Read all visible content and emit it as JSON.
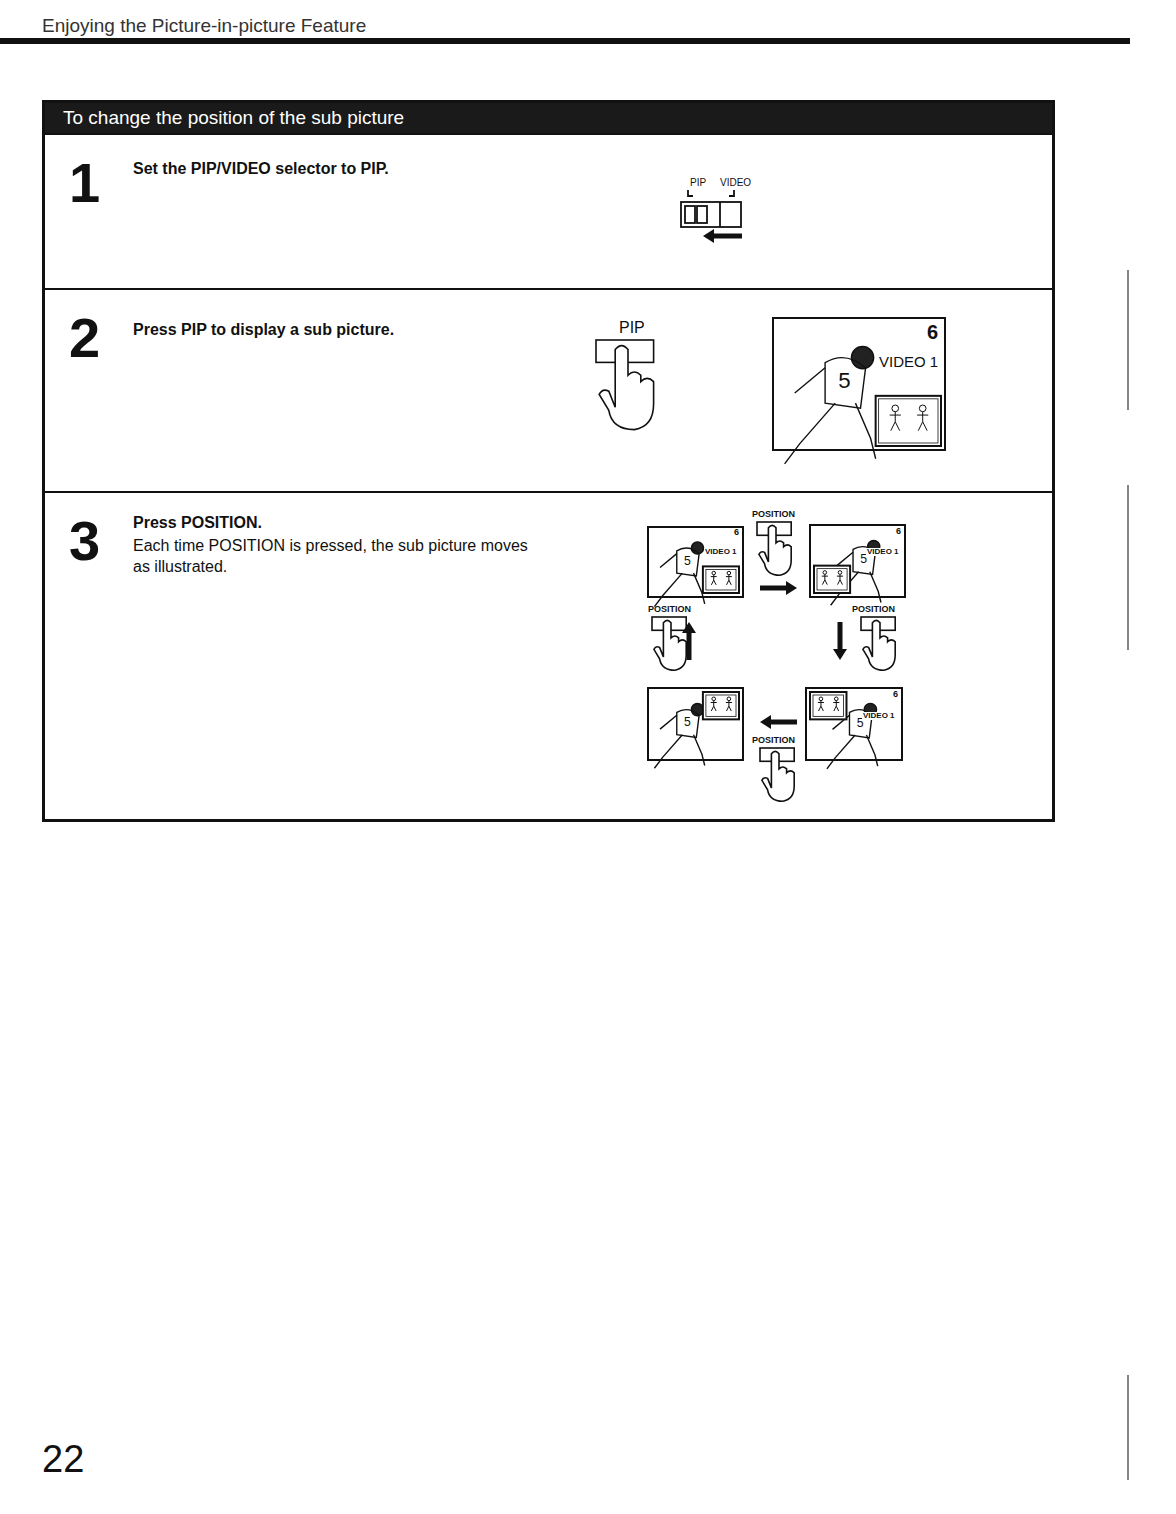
{
  "diagram": {
    "title": "Enjoying the Picture-in-picture Feature",
    "nodes": [
      {
        "text": [
          "To change the position of the sub picture"
        ]
      },
      {
        "text": [
          "1",
          "Set the PIP/VIDEO selector to PIP."
        ],
        "in": 0
      },
      {
        "text": [
          "2",
          "Press PIP to display a sub picture."
        ],
        "in": 0
      },
      {
        "text": [
          "3",
          "Press POSITION.",
          "Each time POSITION is pressed, the sub picture moves as illustrated."
        ],
        "in": 0
      }
    ],
    "labels": [
      "PIP",
      "VIDEO",
      "PIP",
      "6",
      "VIDEO 1",
      "6",
      "VIDEO 1",
      "POSITION",
      "6",
      "VIDEO 1",
      "POSITION",
      "POSITION",
      "6",
      "VIDEO 1",
      "POSITION",
      "22"
    ]
  }
}
